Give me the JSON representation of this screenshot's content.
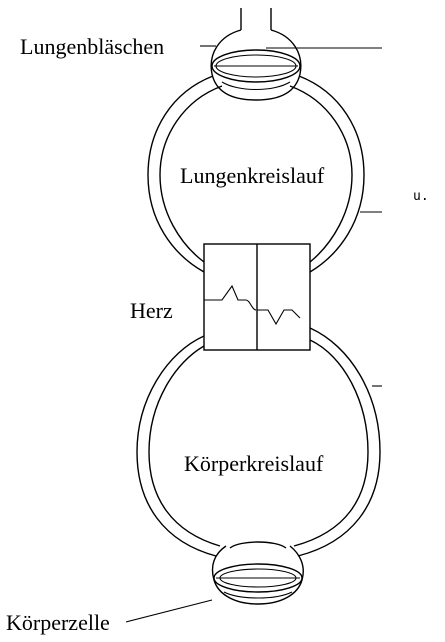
{
  "diagram": {
    "labels": {
      "alveoli": "Lungenbläschen",
      "pulmonary_circuit": "Lungenkreislauf",
      "heart": "Herz",
      "systemic_circuit": "Körperkreislauf",
      "body_cell": "Körperzelle",
      "side_note": "u."
    }
  }
}
